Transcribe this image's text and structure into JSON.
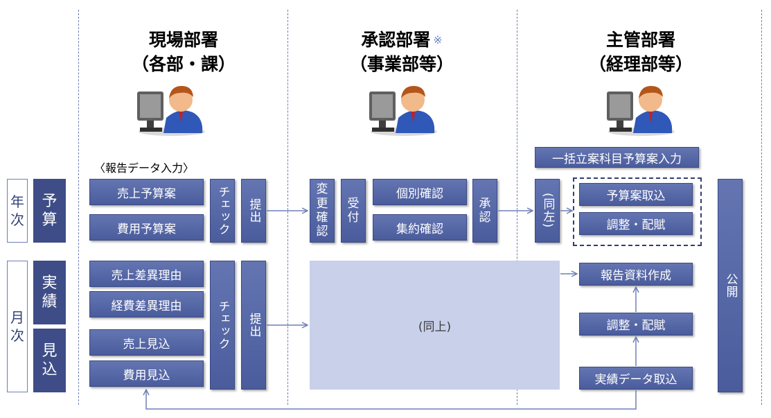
{
  "columns": {
    "genba": {
      "title": "現場部署",
      "subtitle": "（各部・課）"
    },
    "shonin": {
      "title": "承認部署",
      "subtitle": "（事業部等）",
      "note": "※"
    },
    "shukan": {
      "title": "主管部署",
      "subtitle": "（経理部等）"
    }
  },
  "icons": [
    "person-at-computer-icon",
    "person-at-computer-icon",
    "person-at-computer-icon"
  ],
  "input_note": "〈報告データ入力〉",
  "side_labels": {
    "yearly": [
      "年",
      "次"
    ],
    "monthly": [
      "月",
      "次"
    ]
  },
  "row_labels": {
    "budget": [
      "予",
      "算"
    ],
    "actual": [
      "実",
      "績"
    ],
    "forecast": [
      "見",
      "込"
    ]
  },
  "annual": {
    "sales_budget": "売上予算案",
    "cost_budget": "費用予算案",
    "check": "チェック",
    "submit": "提出",
    "change_confirm": [
      "変",
      "更",
      "確",
      "認"
    ],
    "receive": [
      "受",
      "付"
    ],
    "individual_confirm": "個別確認",
    "aggregate_confirm": "集約確認",
    "approve": [
      "承",
      "認"
    ],
    "same_left": "(同左)",
    "bulk_input": "一括立案科目予算案入力",
    "budget_import": "予算案取込",
    "adjust_allocate": "調整・配賦"
  },
  "monthly": {
    "sales_variance": "売上差異理由",
    "expense_variance": "経費差異理由",
    "sales_forecast": "売上見込",
    "cost_forecast": "費用見込",
    "check": "チェック",
    "submit": "提出",
    "same_above": "(同上)",
    "report_create": "報告資料作成",
    "adjust_allocate": "調整・配賦",
    "actual_import": "実績データ取込"
  },
  "publish": "公開",
  "colors": {
    "box": "#5566a6",
    "label": "#3e4d87",
    "panel": "#c8d0ea",
    "line": "#6e7fb5"
  }
}
